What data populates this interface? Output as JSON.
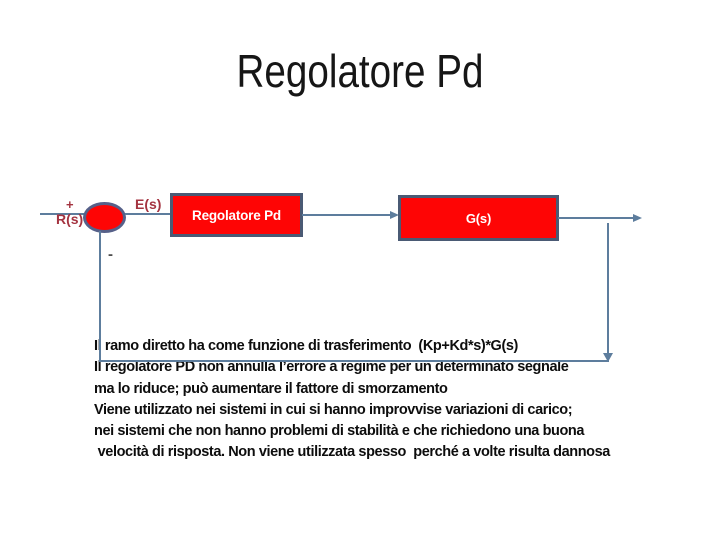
{
  "slide": {
    "title": "Regolatore Pd"
  },
  "diagram": {
    "plus_sign": "+",
    "minus_sign": "-",
    "input_label": "R(s)",
    "error_label": "E(s)",
    "controller_block_label": "Regolatore Pd",
    "plant_block_label": "G(s)",
    "colors": {
      "block_fill": "#fe0505",
      "block_border": "#4a5a74",
      "junction_border": "#566089",
      "connector": "#5d7d9d",
      "signal_label": "#a43340",
      "title_text": "#161616",
      "notes_text": "#0d0d0d"
    }
  },
  "notes": {
    "lines": [
      "Il ramo diretto ha come funzione di trasferimento  (Kp+Kd*s)*G(s)",
      "Il regolatore PD non annulla l’errore a regime per un determinato segnale",
      "ma lo riduce; può aumentare il fattore di smorzamento",
      "Viene utilizzato nei sistemi in cui si hanno improvvise variazioni di carico;",
      "nei sistemi che non hanno problemi di stabilità e che richiedono una buona",
      " velocità di risposta. Non viene utilizzata spesso  perché a volte risulta dannosa"
    ]
  }
}
